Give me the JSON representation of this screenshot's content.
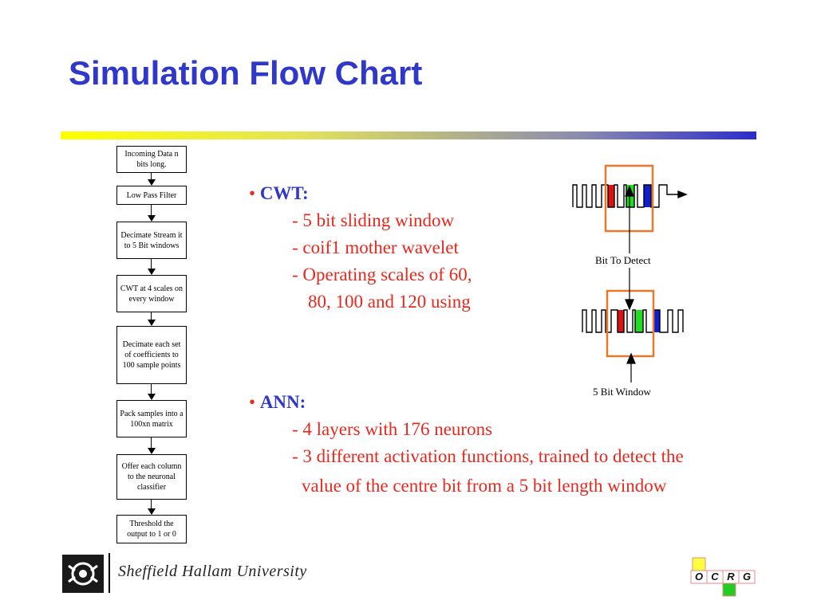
{
  "slide": {
    "title": "Simulation Flow Chart"
  },
  "flowchart": {
    "steps": [
      "Incoming Data n bits long.",
      "Low Pass Filter",
      "Decimate Stream it to 5 Bit windows",
      "CWT at 4 scales on every window",
      "Decimate each set of coefficients to 100 sample points",
      "Pack samples into a 100xn matrix",
      "Offer each column to the neuronal classifier",
      "Threshold the output to 1 or 0"
    ]
  },
  "cwt": {
    "heading": "CWT:",
    "lines": [
      "- 5 bit sliding window",
      "- coif1 mother wavelet",
      "- Operating scales of 60,",
      "80, 100 and 120 using"
    ]
  },
  "ann": {
    "heading": "ANN:",
    "lines": [
      "- 4 layers with 176 neurons",
      "- 3 different activation functions, trained to detect the",
      "value of the centre bit from a 5 bit length window"
    ]
  },
  "diagram": {
    "bit_to_detect_label": "Bit To Detect",
    "window_label": "5 Bit Window",
    "colors": {
      "red": "#e01010",
      "green": "#22dd22",
      "blue": "#1020d0",
      "window": "#e8782a"
    }
  },
  "footer": {
    "university": "Sheffield Hallam University",
    "group_letters": [
      "O",
      "C",
      "R",
      "G"
    ]
  }
}
